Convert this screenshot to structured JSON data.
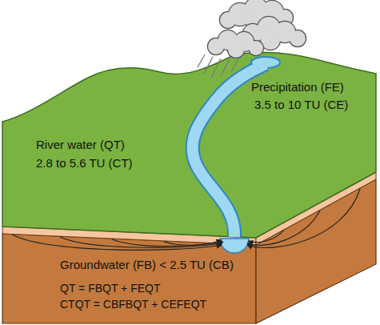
{
  "diagram": {
    "labels": [
      "Precipitation (FE)",
      "3.5 to 10 TU (CE)",
      "River water (QT)",
      "2.8 to 5.6 TU (CT)",
      "Groundwater (FB) < 2.5 TU (CB)",
      "QT = FBQT + FEQT",
      "CTQT = CBFBQT + CEFEQT"
    ]
  }
}
